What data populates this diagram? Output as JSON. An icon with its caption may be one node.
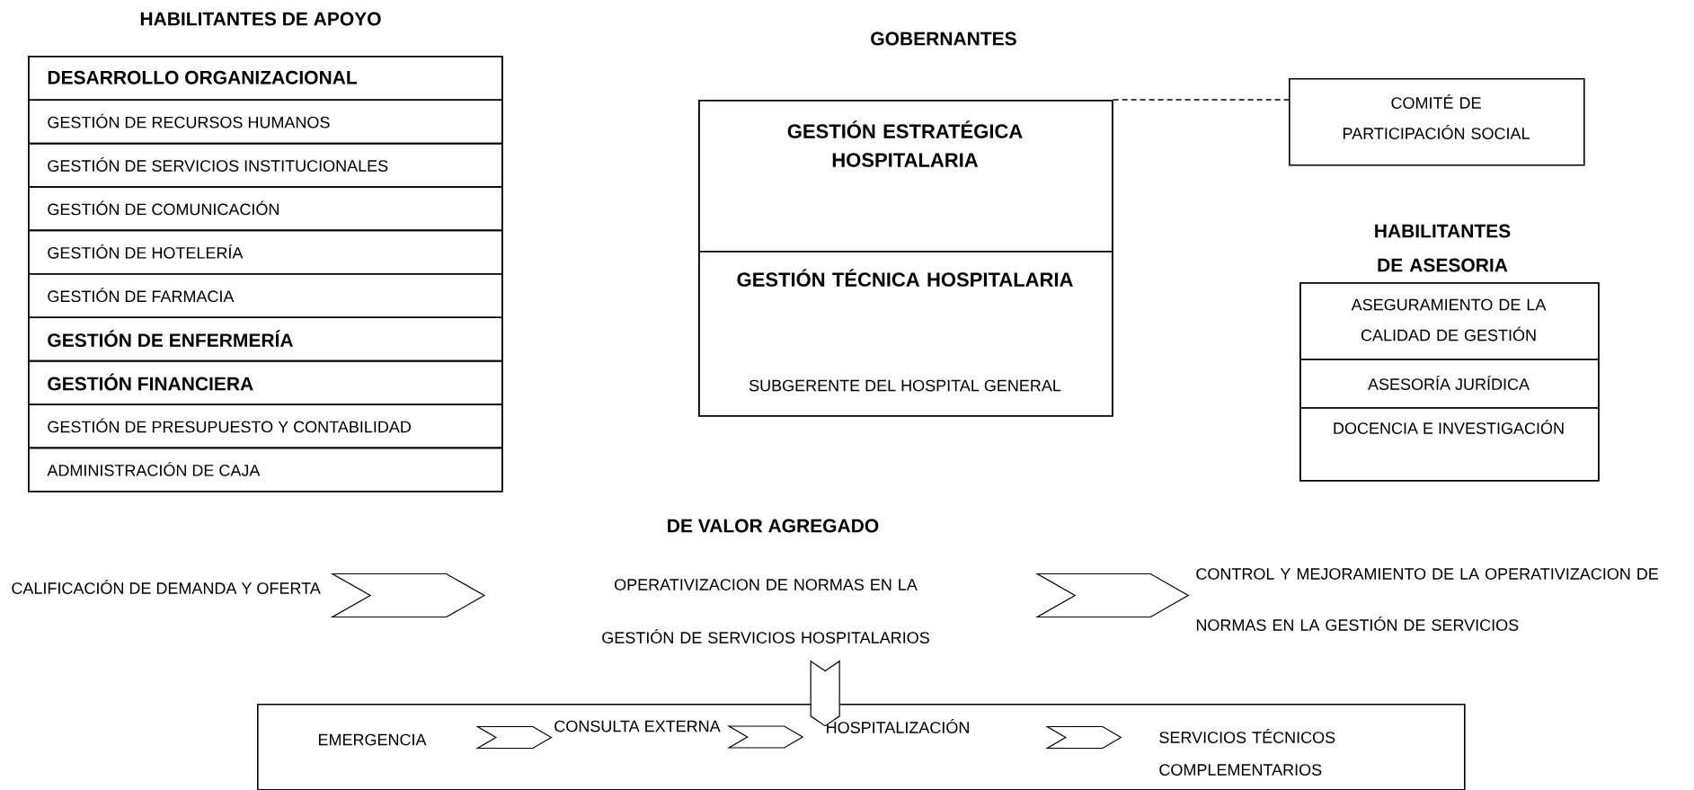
{
  "diagram": {
    "nodes": [
      {
        "text": [
          "HABILITANTES DE APOYO"
        ]
      },
      {
        "text": [
          "DESARROLLO ORGANIZACIONAL"
        ],
        "in": 0
      },
      {
        "text": [
          "GESTIÓN DE RECURSOS HUMANOS"
        ],
        "in": 0
      },
      {
        "text": [
          "GESTIÓN DE SERVICIOS INSTITUCIONALES"
        ],
        "in": 0
      },
      {
        "text": [
          "GESTIÓN DE COMUNICACIÓN"
        ],
        "in": 0
      },
      {
        "text": [
          "GESTIÓN DE HOTELERÍA"
        ],
        "in": 0
      },
      {
        "text": [
          "GESTIÓN DE FARMACIA"
        ],
        "in": 0
      },
      {
        "text": [
          "GESTIÓN DE ENFERMERÍA"
        ],
        "in": 0
      },
      {
        "text": [
          "GESTIÓN FINANCIERA"
        ],
        "in": 0
      },
      {
        "text": [
          "GESTIÓN DE PRESUPUESTO Y CONTABILIDAD"
        ],
        "in": 0
      },
      {
        "text": [
          "ADMINISTRACIÓN DE CAJA"
        ],
        "in": 0
      },
      {
        "text": [
          "GOBERNANTES"
        ]
      },
      {
        "text": [
          "GESTIÓN ESTRATÉGICA HOSPITALARIA"
        ],
        "in": 11
      },
      {
        "text": [
          "GESTIÓN TÉCNICA HOSPITALARIA",
          "SUBGERENTE DEL HOSPITAL GENERAL"
        ],
        "in": 11
      },
      {
        "text": [
          "COMITÉ DE PARTICIPACIÓN SOCIAL"
        ]
      },
      {
        "text": [
          "HABILITANTES DE ASESORIA"
        ]
      },
      {
        "text": [
          "ASEGURAMIENTO DE LA CALIDAD DE GESTIÓN"
        ],
        "in": 15
      },
      {
        "text": [
          "ASESORÍA JURÍDICA"
        ],
        "in": 15
      },
      {
        "text": [
          "DOCENCIA E INVESTIGACIÓN"
        ],
        "in": 15
      },
      {
        "text": [
          "CALIFICACIÓN DE DEMANDA Y OFERTA"
        ]
      },
      {
        "text": [
          "OPERATIVIZACION DE NORMAS EN LA GESTIÓN DE SERVICIOS HOSPITALARIOS"
        ]
      },
      {
        "text": [
          "CONTROL Y MEJORAMIENTO DE LA OPERATIVIZACION DE NORMAS EN LA GESTIÓN DE SERVICIOS"
        ]
      },
      {
        "text": [],
        "shape": "box"
      },
      {
        "text": [
          "EMERGENCIA"
        ],
        "in": 22
      },
      {
        "text": [
          "CONSULTA EXTERNA"
        ],
        "in": 22
      },
      {
        "text": [
          "HOSPITALIZACIÓN"
        ],
        "in": 22
      },
      {
        "text": [
          "SERVICIOS TÉCNICOS COMPLEMENTARIOS"
        ],
        "in": 22
      }
    ],
    "edges": [
      {
        "from": 12,
        "to": 14,
        "arrow": "none",
        "style": "dashed"
      },
      {
        "from": 19,
        "to": 20,
        "arrow": "to"
      },
      {
        "from": 20,
        "to": 21,
        "arrow": "to"
      },
      {
        "from": 20,
        "to": 22,
        "arrow": "to"
      },
      {
        "from": 23,
        "to": 24,
        "arrow": "to"
      },
      {
        "from": 24,
        "to": 25,
        "arrow": "to"
      },
      {
        "from": 25,
        "to": 26,
        "arrow": "to"
      }
    ],
    "labels": [
      "DE VALOR AGREGADO"
    ]
  }
}
